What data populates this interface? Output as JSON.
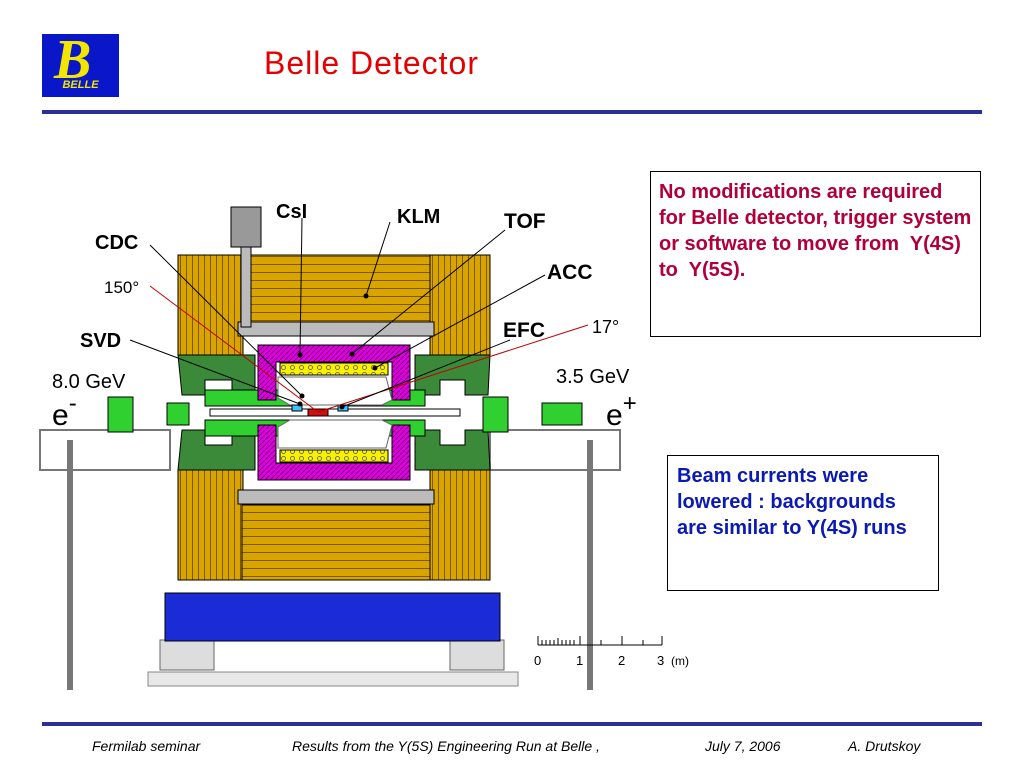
{
  "logo": {
    "letter": "B",
    "text": "BELLE"
  },
  "title": "Belle  Detector",
  "notes": {
    "box1": "No modifications are required for Belle detector, trigger system or software to move from  Y(4S)  to  Y(5S).",
    "box2": "Beam currents were lowered : backgrounds are similar to Y(4S) runs"
  },
  "diagram": {
    "labels": {
      "csi": "CsI",
      "klm": "KLM",
      "tof": "TOF",
      "cdc": "CDC",
      "acc": "ACC",
      "svd": "SVD",
      "efc": "EFC",
      "angle_back": "150°",
      "angle_fwd": "17°",
      "energy_left": "8.0 GeV",
      "energy_right": "3.5 GeV",
      "electron": "e",
      "electron_sup": "-",
      "positron": "e",
      "positron_sup": "+"
    },
    "scale": {
      "ticks": [
        "0",
        "1",
        "2",
        "3"
      ],
      "unit": "(m)"
    }
  },
  "footer": {
    "venue": "Fermilab seminar",
    "talk": "Results from the Y(5S) Engineering Run at Belle ,",
    "date": "July 7, 2006",
    "author": "A. Drutskoy"
  },
  "colors": {
    "title": "#e30000",
    "box1_text": "#b0003a",
    "box2_text": "#0a1ab3",
    "rule": "#2b2f96",
    "logo_bg": "#0a17c8",
    "logo_fg": "#f2e600"
  }
}
